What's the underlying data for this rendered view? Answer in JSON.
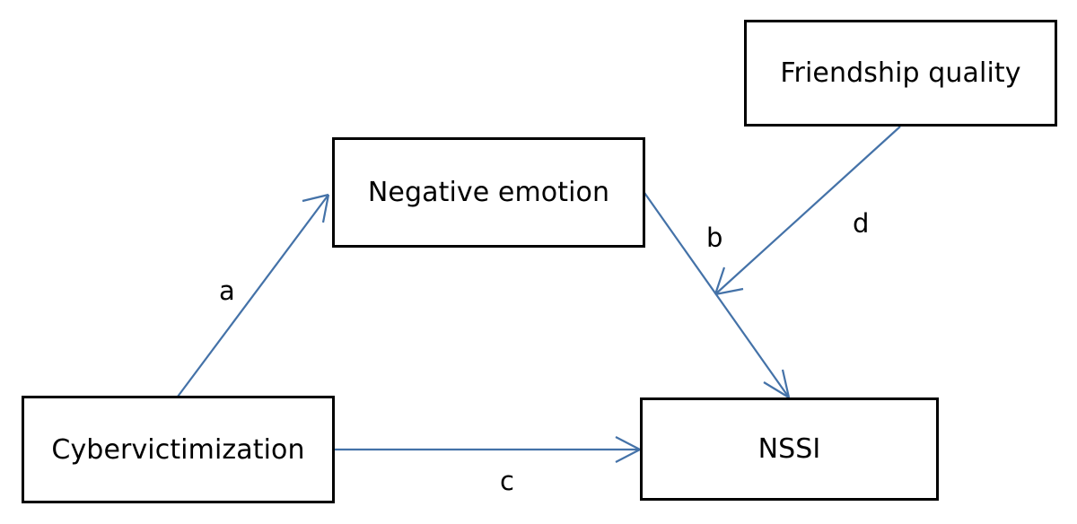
{
  "diagram": {
    "type": "moderated-mediation-path-model",
    "background_color": "#ffffff",
    "node_border_color": "#000000",
    "arrow_color": "#4472A8",
    "nodes": [
      {
        "id": "cybervictimization",
        "label": "Cybervictimization"
      },
      {
        "id": "negative_emotion",
        "label": "Negative emotion"
      },
      {
        "id": "friendship_quality",
        "label": "Friendship quality"
      },
      {
        "id": "nssi",
        "label": "NSSI"
      }
    ],
    "edges": [
      {
        "id": "a",
        "label": "a",
        "from": "cybervictimization",
        "to": "negative_emotion"
      },
      {
        "id": "b",
        "label": "b",
        "from": "negative_emotion",
        "to": "nssi"
      },
      {
        "id": "c",
        "label": "c",
        "from": "cybervictimization",
        "to": "nssi"
      },
      {
        "id": "d",
        "label": "d",
        "from": "friendship_quality",
        "to": "path_b"
      }
    ]
  }
}
